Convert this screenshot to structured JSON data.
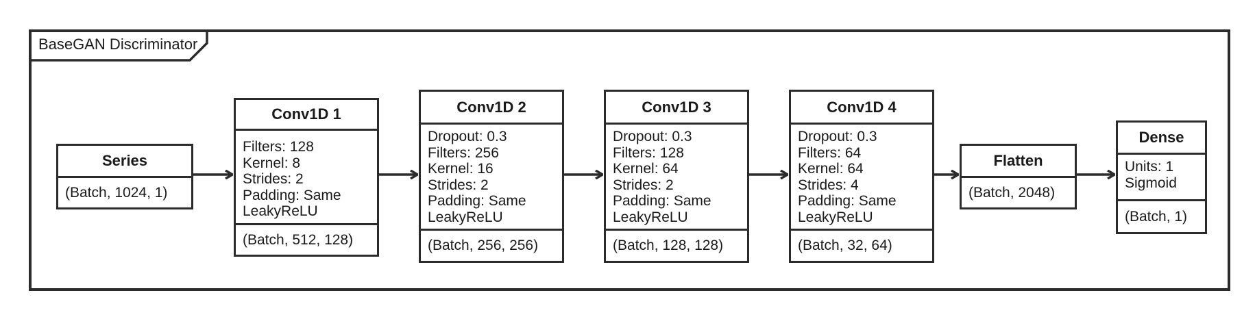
{
  "diagram": {
    "title": "BaseGAN Discriminator"
  },
  "nodes": {
    "series": {
      "title": "Series",
      "shape": "(Batch, 1024, 1)"
    },
    "conv1": {
      "title": "Conv1D 1",
      "props": [
        "Filters: 128",
        "Kernel: 8",
        "Strides: 2",
        "Padding: Same",
        "LeakyReLU"
      ],
      "shape": "(Batch, 512, 128)"
    },
    "conv2": {
      "title": "Conv1D 2",
      "props": [
        "Dropout: 0.3",
        "Filters: 256",
        "Kernel: 16",
        "Strides: 2",
        "Padding: Same",
        "LeakyReLU"
      ],
      "shape": "(Batch, 256, 256)"
    },
    "conv3": {
      "title": "Conv1D 3",
      "props": [
        "Dropout: 0.3",
        "Filters: 128",
        "Kernel: 64",
        "Strides: 2",
        "Padding: Same",
        "LeakyReLU"
      ],
      "shape": "(Batch, 128, 128)"
    },
    "conv4": {
      "title": "Conv1D 4",
      "props": [
        "Dropout: 0.3",
        "Filters: 64",
        "Kernel: 64",
        "Strides: 4",
        "Padding: Same",
        "LeakyReLU"
      ],
      "shape": "(Batch, 32, 64)"
    },
    "flatten": {
      "title": "Flatten",
      "shape": "(Batch, 2048)"
    },
    "dense": {
      "title": "Dense",
      "props": [
        "Units: 1",
        "Sigmoid"
      ],
      "shape": "(Batch, 1)"
    }
  },
  "edges": [
    {
      "from": "series",
      "to": "conv1"
    },
    {
      "from": "conv1",
      "to": "conv2"
    },
    {
      "from": "conv2",
      "to": "conv3"
    },
    {
      "from": "conv3",
      "to": "conv4"
    },
    {
      "from": "conv4",
      "to": "flatten"
    },
    {
      "from": "flatten",
      "to": "dense"
    }
  ]
}
